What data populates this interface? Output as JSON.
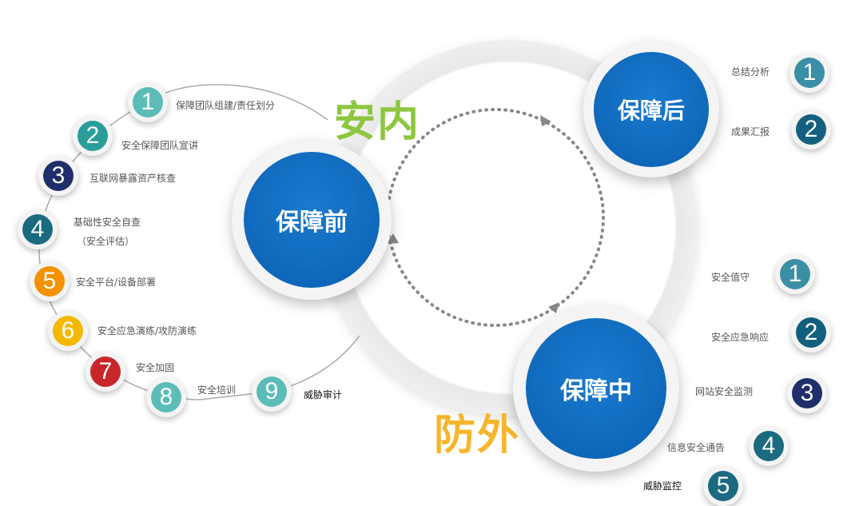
{
  "center_words": {
    "inner": "安内",
    "outer": "防外"
  },
  "colors": {
    "inner_word": "#8dc63f",
    "outer_word": "#f7b52c",
    "phase_blue": "#0a66b8"
  },
  "phases": {
    "before": "保障前",
    "middle": "保障中",
    "after": "保障后"
  },
  "before_steps": [
    {
      "num": "1",
      "label": "保障团队组建/责任划分",
      "color": "#5bbcb8"
    },
    {
      "num": "2",
      "label": "安全保障团队宣讲",
      "color": "#2a9d9a"
    },
    {
      "num": "3",
      "label": "互联网暴露资产核查",
      "color": "#1f2f6b"
    },
    {
      "num": "4",
      "label": "基础性安全自查",
      "label2": "（安全评估）",
      "color": "#1a6a80"
    },
    {
      "num": "5",
      "label": "安全平台/设备部署",
      "color": "#f39200"
    },
    {
      "num": "6",
      "label": "安全应急演练/攻防演练",
      "color": "#f5b800"
    },
    {
      "num": "7",
      "label": "安全加固",
      "color": "#c8262b"
    },
    {
      "num": "8",
      "label": "安全培训",
      "color": "#5bbcb8"
    },
    {
      "num": "9",
      "label": "威胁审计",
      "color": "#5bbcb8"
    }
  ],
  "after_steps": [
    {
      "num": "1",
      "label": "总结分析",
      "color": "#3a8fa5"
    },
    {
      "num": "2",
      "label": "成果汇报",
      "color": "#14607e"
    }
  ],
  "middle_steps": [
    {
      "num": "1",
      "label": "安全值守",
      "color": "#3a8fa5"
    },
    {
      "num": "2",
      "label": "安全应急响应",
      "color": "#12607e"
    },
    {
      "num": "3",
      "label": "网站安全监测",
      "color": "#1f2f6b"
    },
    {
      "num": "4",
      "label": "信息安全通告",
      "color": "#1a6a80"
    },
    {
      "num": "5",
      "label": "威胁监控",
      "color": "#1a6a80"
    }
  ]
}
